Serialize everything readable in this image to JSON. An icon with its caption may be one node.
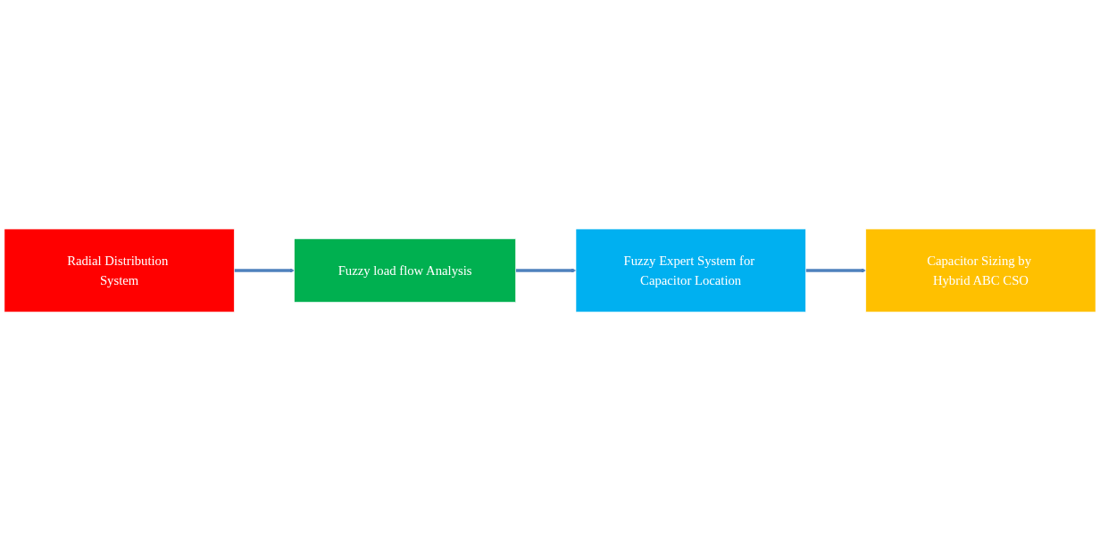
{
  "diagram": {
    "nodes": [
      {
        "text": [
          "Radial Distribution System"
        ]
      },
      {
        "text": [
          "Fuzzy load flow Analysis"
        ]
      },
      {
        "text": [
          "Fuzzy Expert System for Capacitor Location"
        ]
      },
      {
        "text": [
          "Capacitor Sizing by Hybrid ABC CSO"
        ]
      }
    ],
    "edges": [
      {
        "from": 0,
        "to": 1,
        "arrow": "to"
      },
      {
        "from": 1,
        "to": 2,
        "arrow": "to"
      },
      {
        "from": 2,
        "to": 3,
        "arrow": "to"
      }
    ]
  }
}
